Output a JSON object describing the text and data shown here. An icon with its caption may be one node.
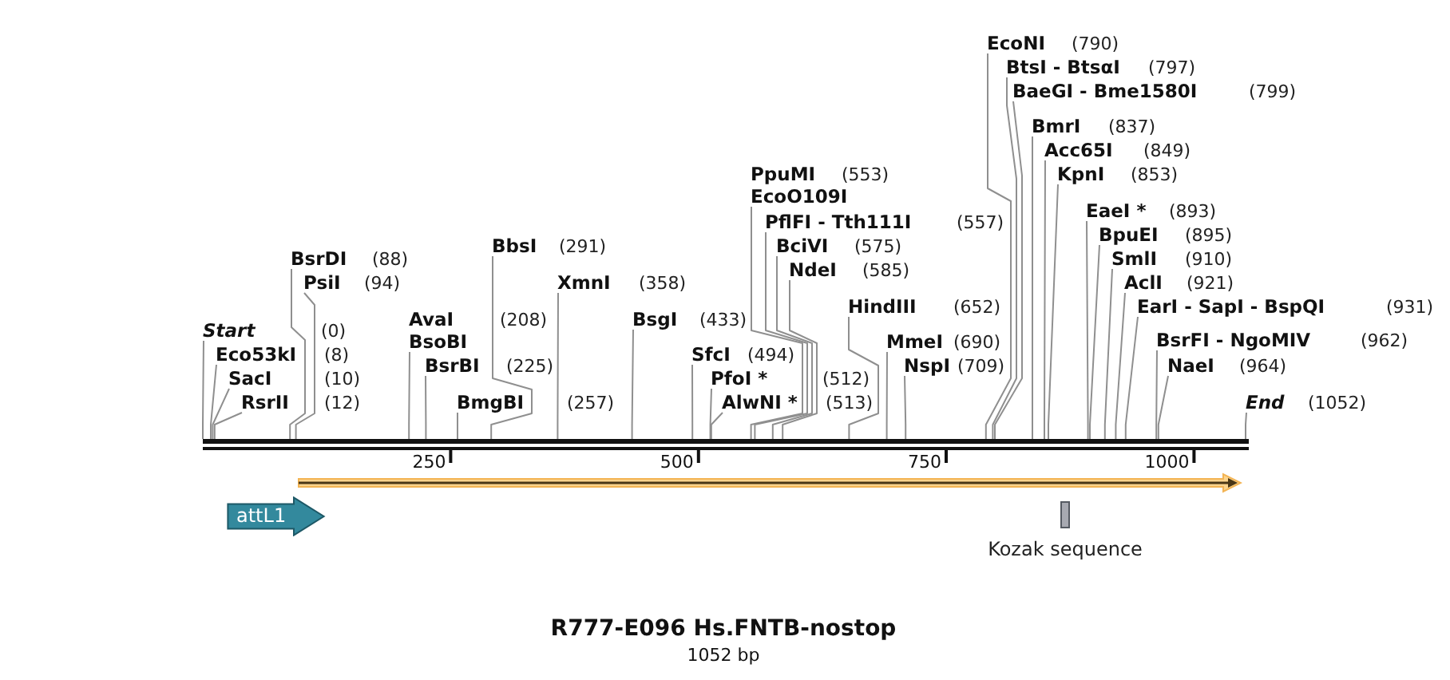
{
  "diagram": {
    "title": "R777-E096 Hs.FNTB-nostop",
    "nodes": [
      {
        "text": [
          "Start",
          "(0)"
        ]
      },
      {
        "text": [
          "Eco53kI",
          "(8)"
        ]
      },
      {
        "text": [
          "SacI",
          "(10)"
        ]
      },
      {
        "text": [
          "RsrII",
          "(12)"
        ]
      },
      {
        "text": [
          "BsrDI",
          "(88)"
        ]
      },
      {
        "text": [
          "PsiI",
          "(94)"
        ]
      },
      {
        "text": [
          "AvaI",
          "(208)",
          "BsoBI"
        ]
      },
      {
        "text": [
          "BsrBI",
          "(225)"
        ]
      },
      {
        "text": [
          "BmgBI",
          "(257)"
        ]
      },
      {
        "text": [
          "BbsI",
          "(291)"
        ]
      },
      {
        "text": [
          "XmnI",
          "(358)"
        ]
      },
      {
        "text": [
          "BsgI",
          "(433)"
        ]
      },
      {
        "text": [
          "SfcI",
          "(494)"
        ]
      },
      {
        "text": [
          "PfoI *",
          "(512)"
        ]
      },
      {
        "text": [
          "AlwNI *",
          "(513)"
        ]
      },
      {
        "text": [
          "PpuMI",
          "(553)",
          "EcoO109I"
        ]
      },
      {
        "text": [
          "PflFI - Tth111I",
          "(557)"
        ]
      },
      {
        "text": [
          "BciVI",
          "(575)"
        ]
      },
      {
        "text": [
          "NdeI",
          "(585)"
        ]
      },
      {
        "text": [
          "HindIII",
          "(652)"
        ]
      },
      {
        "text": [
          "MmeI",
          "(690)"
        ]
      },
      {
        "text": [
          "NspI",
          "(709)"
        ]
      },
      {
        "text": [
          "EcoNI",
          "(790)"
        ]
      },
      {
        "text": [
          "BtsI - BtsαI",
          "(797)"
        ]
      },
      {
        "text": [
          "BaeGI - Bme1580I",
          "(799)"
        ]
      },
      {
        "text": [
          "BmrI",
          "(837)"
        ]
      },
      {
        "text": [
          "Acc65I",
          "(849)"
        ]
      },
      {
        "text": [
          "KpnI",
          "(853)"
        ]
      },
      {
        "text": [
          "EaeI *",
          "(893)"
        ]
      },
      {
        "text": [
          "BpuEI",
          "(895)"
        ]
      },
      {
        "text": [
          "SmlI",
          "(910)"
        ]
      },
      {
        "text": [
          "AclI",
          "(921)"
        ]
      },
      {
        "text": [
          "EarI - SapI - BspQI",
          "(931)"
        ]
      },
      {
        "text": [
          "BsrFI - NgoMIV",
          "(962)"
        ]
      },
      {
        "text": [
          "NaeI",
          "(964)"
        ]
      },
      {
        "text": [
          "End",
          "(1052)"
        ]
      },
      {
        "text": [],
        "shape": "bar"
      },
      {
        "text": [],
        "shape": "arrow"
      },
      {
        "text": [
          "attL1"
        ]
      },
      {
        "text": [
          "Kozak sequence"
        ]
      }
    ],
    "edges": [
      {
        "from": 0,
        "to": 36,
        "arrow": "none"
      },
      {
        "from": 1,
        "to": 36,
        "arrow": "none"
      },
      {
        "from": 2,
        "to": 36,
        "arrow": "none"
      },
      {
        "from": 3,
        "to": 36,
        "arrow": "none"
      },
      {
        "from": 4,
        "to": 36,
        "arrow": "none"
      },
      {
        "from": 5,
        "to": 36,
        "arrow": "none"
      },
      {
        "from": 6,
        "to": 36,
        "arrow": "none"
      },
      {
        "from": 7,
        "to": 36,
        "arrow": "none"
      },
      {
        "from": 8,
        "to": 36,
        "arrow": "none"
      },
      {
        "from": 9,
        "to": 36,
        "arrow": "none"
      },
      {
        "from": 10,
        "to": 36,
        "arrow": "none"
      },
      {
        "from": 11,
        "to": 36,
        "arrow": "none"
      },
      {
        "from": 12,
        "to": 36,
        "arrow": "none"
      },
      {
        "from": 13,
        "to": 36,
        "arrow": "none"
      },
      {
        "from": 14,
        "to": 36,
        "arrow": "none"
      },
      {
        "from": 15,
        "to": 36,
        "arrow": "none"
      },
      {
        "from": 16,
        "to": 36,
        "arrow": "none"
      },
      {
        "from": 17,
        "to": 36,
        "arrow": "none"
      },
      {
        "from": 18,
        "to": 36,
        "arrow": "none"
      },
      {
        "from": 19,
        "to": 36,
        "arrow": "none"
      },
      {
        "from": 20,
        "to": 36,
        "arrow": "none"
      },
      {
        "from": 21,
        "to": 36,
        "arrow": "none"
      },
      {
        "from": 22,
        "to": 36,
        "arrow": "none"
      },
      {
        "from": 23,
        "to": 36,
        "arrow": "none"
      },
      {
        "from": 24,
        "to": 36,
        "arrow": "none"
      },
      {
        "from": 25,
        "to": 36,
        "arrow": "none"
      },
      {
        "from": 26,
        "to": 36,
        "arrow": "none"
      },
      {
        "from": 27,
        "to": 36,
        "arrow": "none"
      },
      {
        "from": 28,
        "to": 36,
        "arrow": "none"
      },
      {
        "from": 29,
        "to": 36,
        "arrow": "none"
      },
      {
        "from": 30,
        "to": 36,
        "arrow": "none"
      },
      {
        "from": 31,
        "to": 36,
        "arrow": "none"
      },
      {
        "from": 32,
        "to": 36,
        "arrow": "none"
      },
      {
        "from": 33,
        "to": 36,
        "arrow": "none"
      },
      {
        "from": 34,
        "to": 36,
        "arrow": "none"
      },
      {
        "from": 35,
        "to": 36,
        "arrow": "none"
      }
    ],
    "labels": [
      "250",
      "500",
      "750",
      "1000",
      "1052 bp"
    ]
  }
}
